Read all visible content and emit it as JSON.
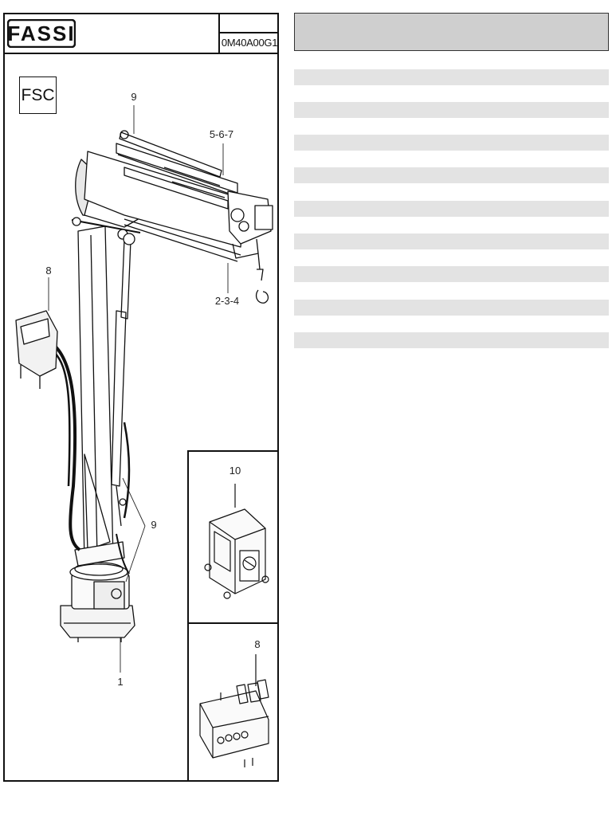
{
  "header": {
    "logo": "FASSI",
    "code": "0M40A00G1",
    "series": "FSC"
  },
  "callouts": {
    "top_cylinder": "9",
    "extensions": "5-6-7",
    "control_box": "8",
    "boom": "2-3-4",
    "hoses": "9",
    "column": "1",
    "inset_valve": "10",
    "inset_bank": "8"
  },
  "table": {
    "row_count": 9
  }
}
